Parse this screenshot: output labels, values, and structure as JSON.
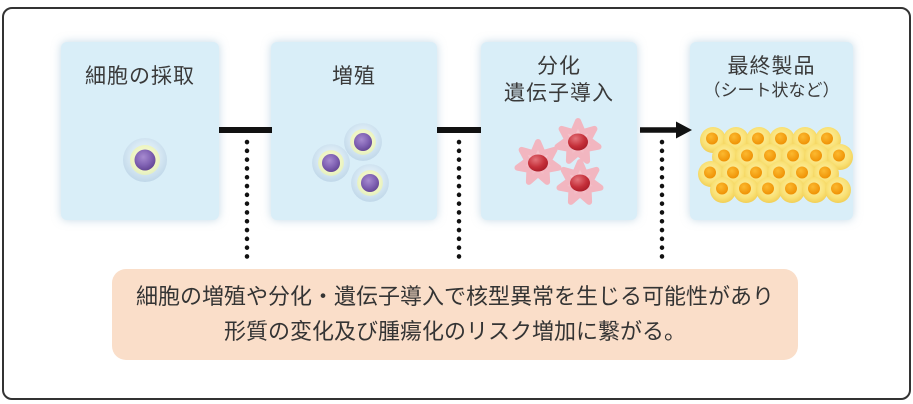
{
  "diagram": {
    "steps": [
      {
        "id": "cell-collection",
        "lines": [
          "細胞の採取"
        ],
        "icon": "single-cell-icon"
      },
      {
        "id": "proliferation",
        "lines": [
          "増殖"
        ],
        "icon": "cell-cluster-icon"
      },
      {
        "id": "differentiation-gene-transfer",
        "lines": [
          "分化",
          "遺伝子導入"
        ],
        "icon": "spiky-cells-icon"
      },
      {
        "id": "final-product",
        "lines": [
          "最終製品",
          "（シート状など）"
        ],
        "icon": "cell-sheet-icon"
      }
    ],
    "connectors": [
      {
        "from": "cell-collection",
        "to": "proliferation",
        "style": "line"
      },
      {
        "from": "proliferation",
        "to": "differentiation-gene-transfer",
        "style": "line"
      },
      {
        "from": "differentiation-gene-transfer",
        "to": "final-product",
        "style": "arrow"
      }
    ],
    "note": {
      "lines": [
        "細胞の増殖や分化・遺伝子導入で核型異常を生じる可能性があり",
        "形質の変化及び腫瘍化のリスク増加に繋がる。"
      ]
    },
    "colors": {
      "step_box_fill": "#d9eef8",
      "note_fill": "#fadec9",
      "connector": "#111111",
      "text": "#3a3a3a",
      "cell_membrane_blue": "#cfe3f1",
      "cell_ring_yellow": "#eef6c6",
      "cell_nucleus_purple": "#6e4da0",
      "spiky_cell_pink": "#f5c0c8",
      "spiky_nucleus_red": "#bd2330",
      "sheet_cell_yellow": "#f8df70",
      "sheet_nucleus_orange": "#f29b07"
    }
  }
}
